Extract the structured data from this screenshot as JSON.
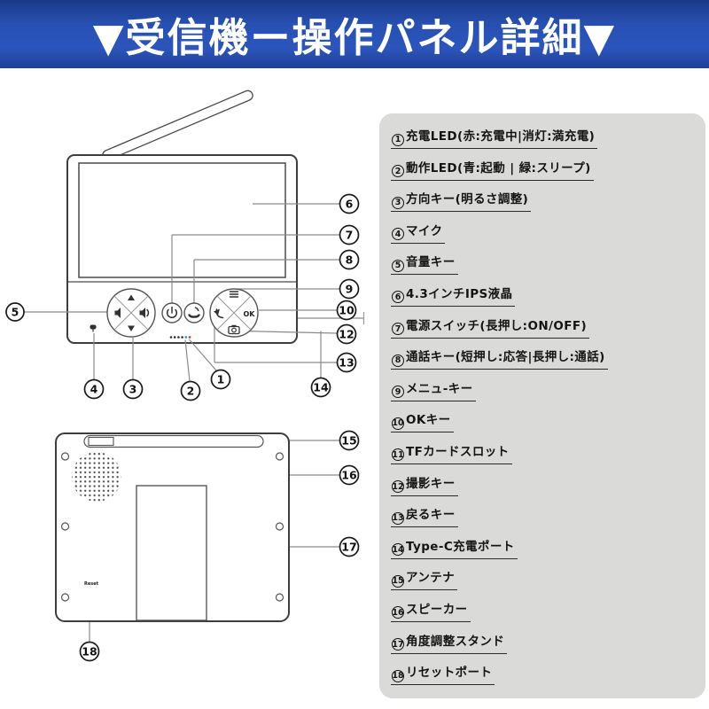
{
  "header": {
    "title": "▼受信機ー操作パネル詳細▼"
  },
  "spec_panel": {
    "items": [
      {
        "num": "1",
        "text": "充電LED(赤:充電中|消灯:満充電)"
      },
      {
        "num": "2",
        "text": "動作LED(青:起動 | 緑:スリープ)"
      },
      {
        "num": "3",
        "text": "方向キー(明るさ調整)"
      },
      {
        "num": "4",
        "text": "マイク"
      },
      {
        "num": "5",
        "text": "音量キー"
      },
      {
        "num": "6",
        "text": "4.3インチIPS液晶"
      },
      {
        "num": "7",
        "text": "電源スイッチ(長押し:ON/OFF)"
      },
      {
        "num": "8",
        "text": "通話キー(短押し:応答|長押し:通話)"
      },
      {
        "num": "9",
        "text": "メニュ-キー"
      },
      {
        "num": "10",
        "text": "OKキー"
      },
      {
        "num": "11",
        "text": "TFカードスロット"
      },
      {
        "num": "12",
        "text": "撮影キー"
      },
      {
        "num": "13",
        "text": "戻るキー"
      },
      {
        "num": "14",
        "text": "Type-C充電ポート"
      },
      {
        "num": "15",
        "text": "アンテナ"
      },
      {
        "num": "16",
        "text": "スピーカー"
      },
      {
        "num": "17",
        "text": "角度調整スタンド"
      },
      {
        "num": "18",
        "text": "リセットポート"
      }
    ]
  },
  "diagram": {
    "ok_label": "OK",
    "reset_label": "Reset",
    "nums": {
      "c1": "1",
      "c2": "2",
      "c3": "3",
      "c4": "4",
      "c5": "5",
      "c6": "6",
      "c7": "7",
      "c8": "8",
      "c9": "9",
      "c10": "10",
      "c12": "12",
      "c13": "13",
      "c14": "14",
      "c15": "15",
      "c16": "16",
      "c17": "17",
      "c18": "18"
    },
    "led_colors": {
      "status_blue": "#1ba4e0",
      "charge_red": "#e03a30"
    }
  },
  "colors": {
    "banner_blue": "#2c55bd",
    "panel_gray": "#dadad8",
    "line_gray": "#8a8a8a"
  }
}
